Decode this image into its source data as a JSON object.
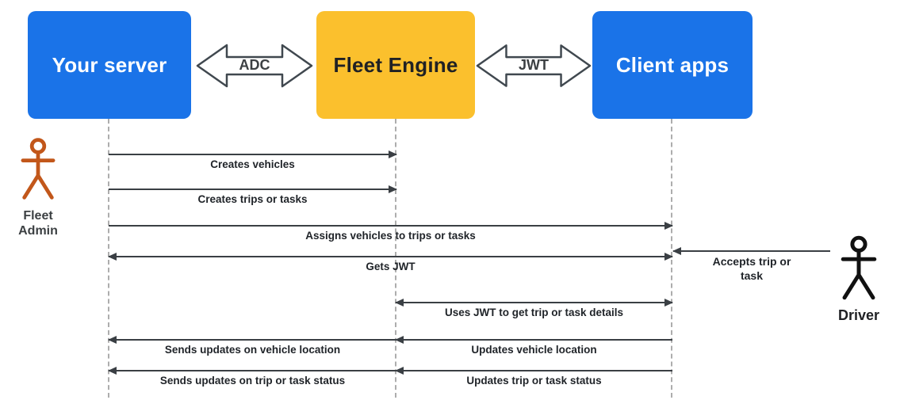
{
  "nodes": {
    "server": {
      "label": "Your server"
    },
    "engine": {
      "label": "Fleet Engine"
    },
    "client": {
      "label": "Client apps"
    }
  },
  "connectors": {
    "adc": {
      "label": "ADC"
    },
    "jwt": {
      "label": "JWT"
    }
  },
  "actors": {
    "admin": {
      "label": "Fleet Admin"
    },
    "driver": {
      "label": "Driver"
    }
  },
  "messages": {
    "creates_vehicles": {
      "label": "Creates vehicles"
    },
    "creates_trips": {
      "label": "Creates trips or tasks"
    },
    "assigns": {
      "label": "Assigns vehicles to trips or tasks"
    },
    "gets_jwt": {
      "label": "Gets JWT"
    },
    "accepts_trip": {
      "label": "Accepts trip or task"
    },
    "uses_jwt": {
      "label": "Uses JWT to get trip or task details"
    },
    "sends_vehicle_location": {
      "label": "Sends updates on vehicle location"
    },
    "updates_vehicle_location": {
      "label": "Updates vehicle location"
    },
    "sends_trip_status": {
      "label": "Sends updates on trip or task status"
    },
    "updates_trip_status": {
      "label": "Updates trip or task status"
    }
  },
  "colors": {
    "blue": "#1A73E8",
    "yellow": "#FBC02D",
    "admin_orange": "#C2571A",
    "driver_black": "#111111",
    "arrow": "#3A3F44",
    "lifeline": "#ADADAD"
  }
}
